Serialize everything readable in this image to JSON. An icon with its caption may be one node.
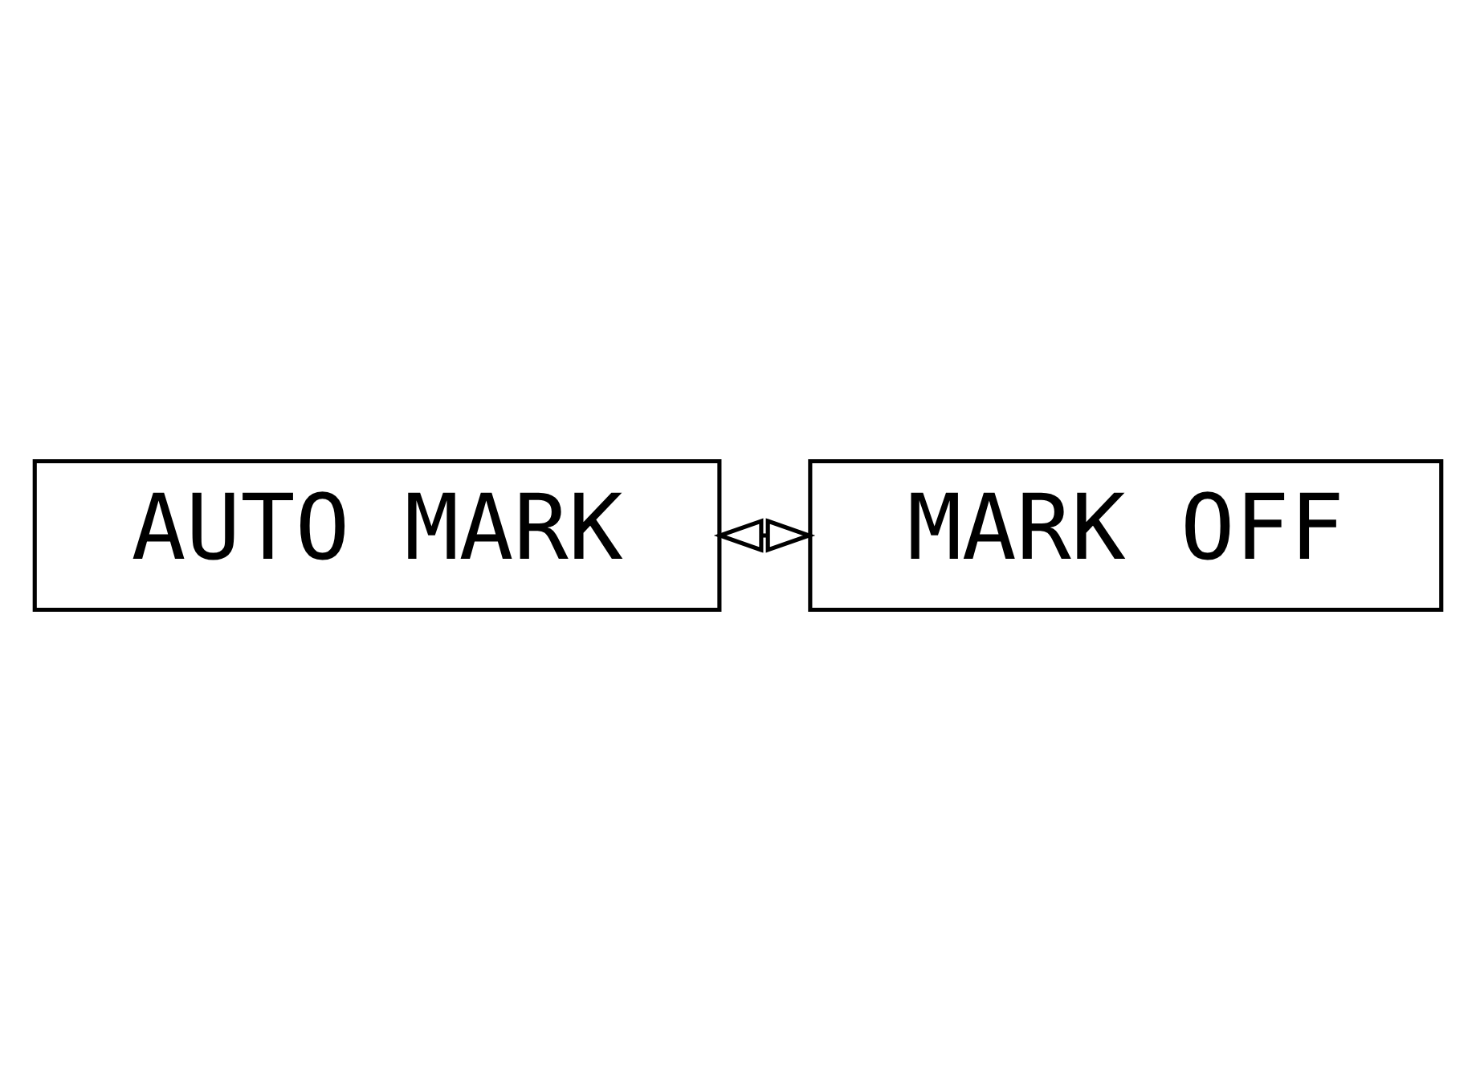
{
  "diagram": {
    "nodes": [
      {
        "text": [
          "AUTO MARK"
        ]
      },
      {
        "text": [
          "MARK OFF"
        ]
      }
    ],
    "edges": [
      {
        "from": 0,
        "to": 1,
        "arrow": "both"
      }
    ]
  }
}
